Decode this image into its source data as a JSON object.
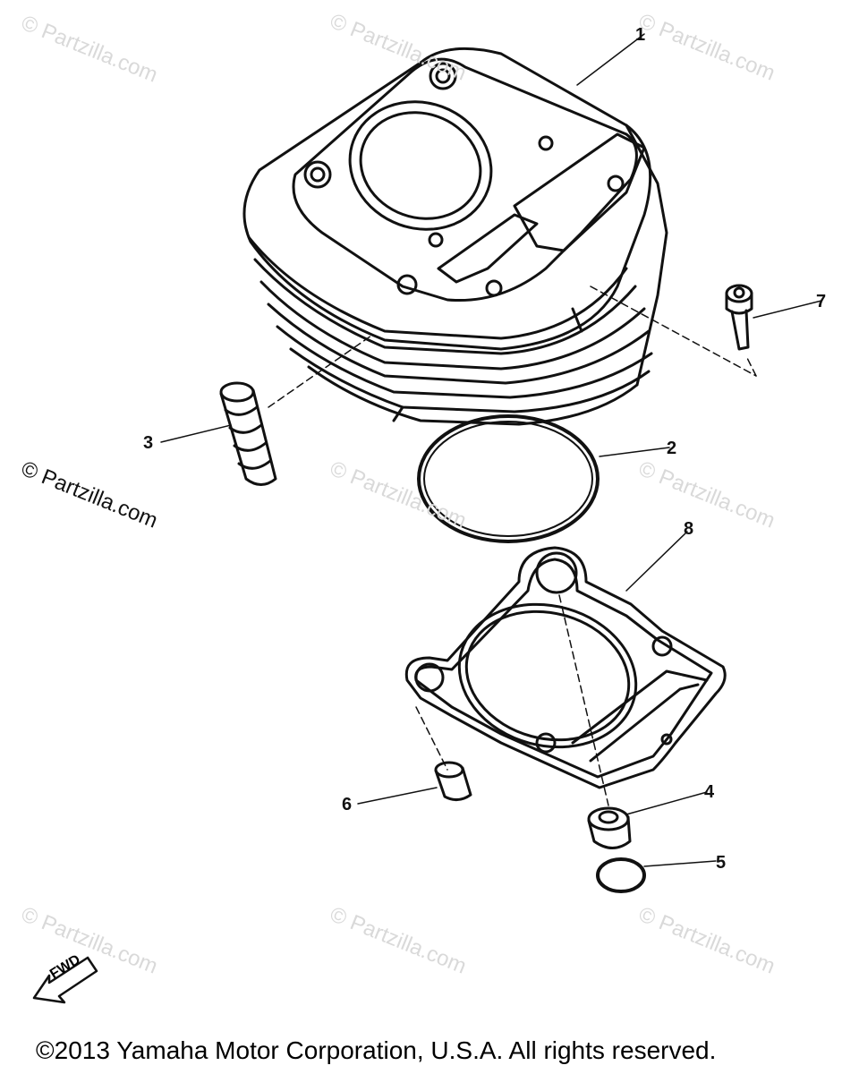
{
  "watermarks": {
    "text": "© Partzilla.com",
    "partial_text": "Partzilla.com"
  },
  "callouts": [
    "1",
    "2",
    "3",
    "4",
    "5",
    "6",
    "7",
    "8"
  ],
  "fwd_label": "FWD",
  "copyright": "©2013  Yamaha Motor Corporation, U.S.A. All rights reserved.",
  "icons": {
    "fwd_arrow": "fwd-arrow-icon"
  }
}
